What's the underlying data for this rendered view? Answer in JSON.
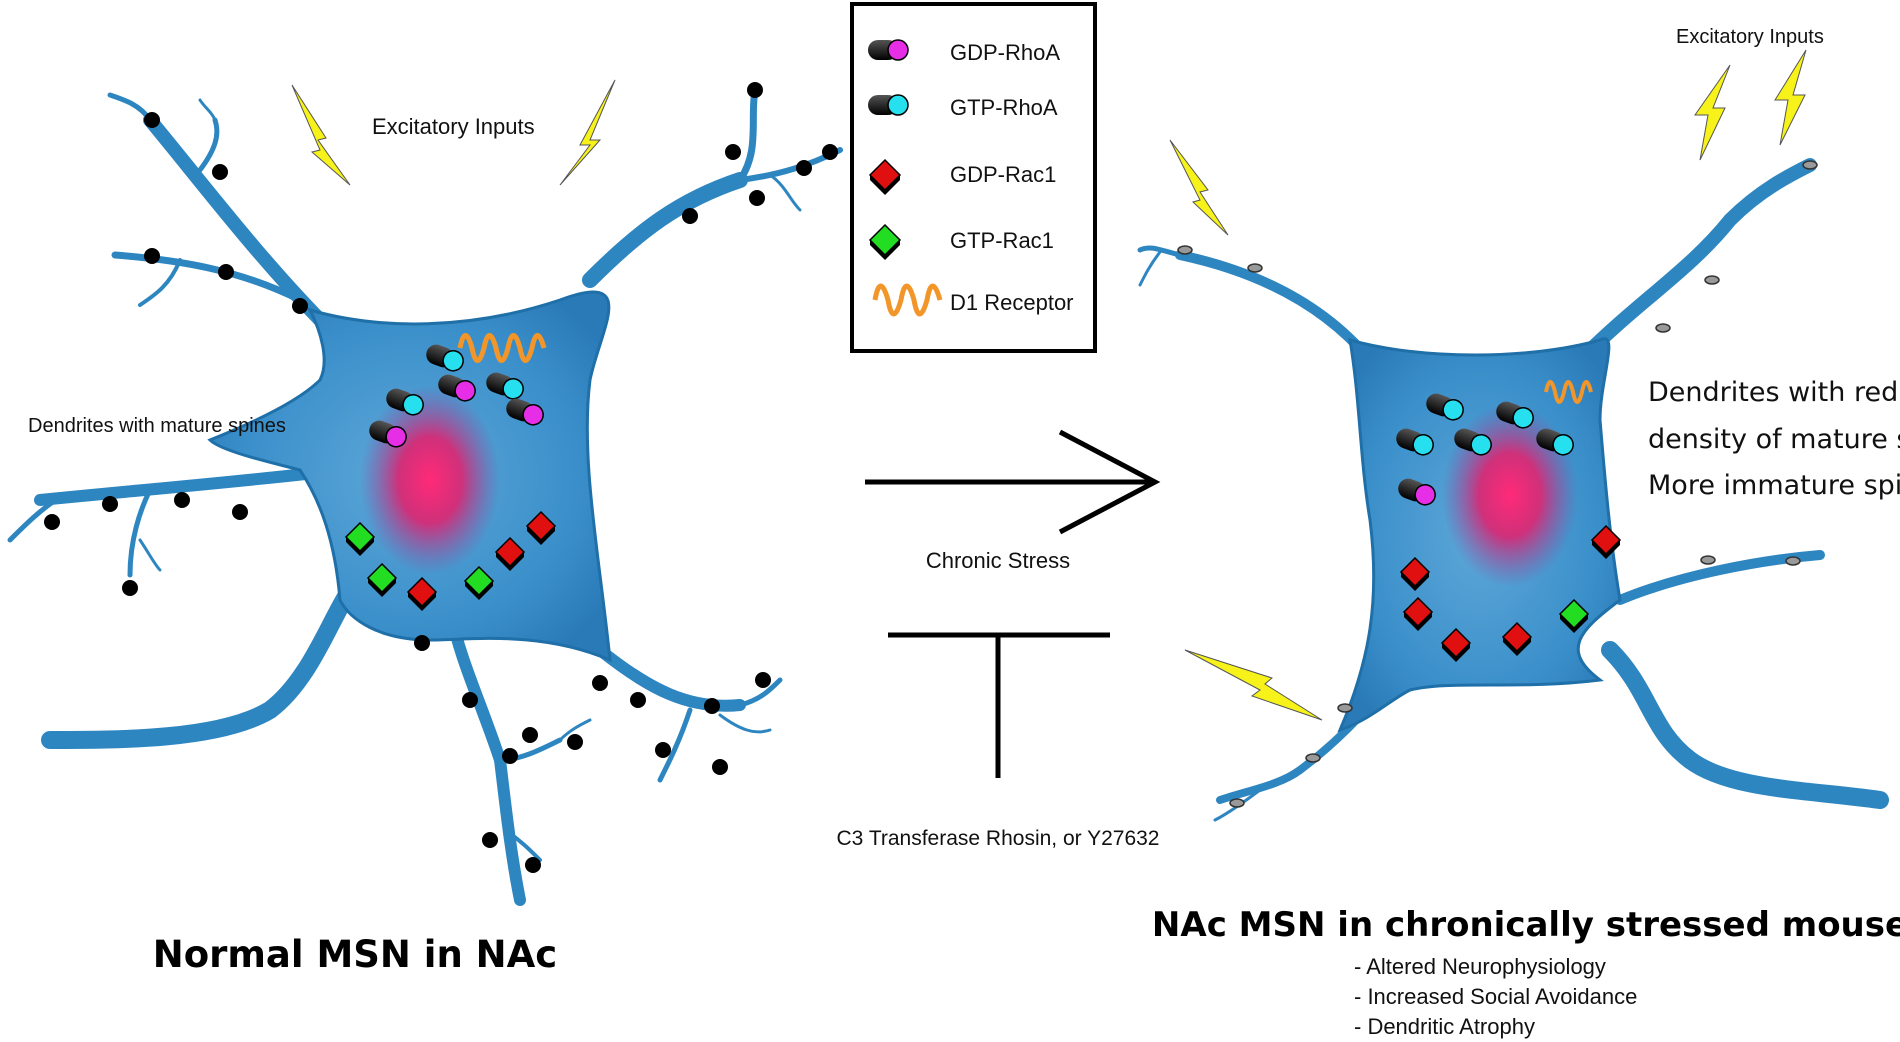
{
  "legend": {
    "items": [
      {
        "label": "GDP-RhoA",
        "icon": "capsule-magenta-icon"
      },
      {
        "label": "GTP-RhoA",
        "icon": "capsule-cyan-icon"
      },
      {
        "label": "GDP-Rac1",
        "icon": "cube-red-icon"
      },
      {
        "label": "GTP-Rac1",
        "icon": "cube-green-icon"
      },
      {
        "label": "D1 Receptor",
        "icon": "coil-orange-icon"
      }
    ]
  },
  "left_neuron": {
    "title": "Normal MSN in NAc",
    "excitatory_label": "Excitatory Inputs",
    "spines_label": "Dendrites with mature spines"
  },
  "middle": {
    "arrow_label": "Chronic Stress",
    "block_label": "C3 Transferase Rhosin, or Y27632"
  },
  "right_neuron": {
    "title": "NAc MSN in chronically stressed mouse",
    "excitatory_label": "Excitatory Inputs",
    "spines_lines": [
      "Dendrites with reduced",
      "density of mature spines",
      "More immature spines"
    ],
    "effects": [
      "- Altered Neurophysiology",
      "- Increased Social Avoidance",
      "- Dendritic Atrophy"
    ]
  },
  "colors": {
    "neuron": "#2e86c1",
    "neuron_dark": "#1f6fa8",
    "nucleus": "#d61f6e",
    "gdp_rhoa": "#e62ee6",
    "gtp_rhoa": "#26e0f0",
    "gdp_rac1": "#e01010",
    "gtp_rac1": "#22dd22",
    "d1_receptor": "#f2962a",
    "lightning": "#f7f21a"
  }
}
